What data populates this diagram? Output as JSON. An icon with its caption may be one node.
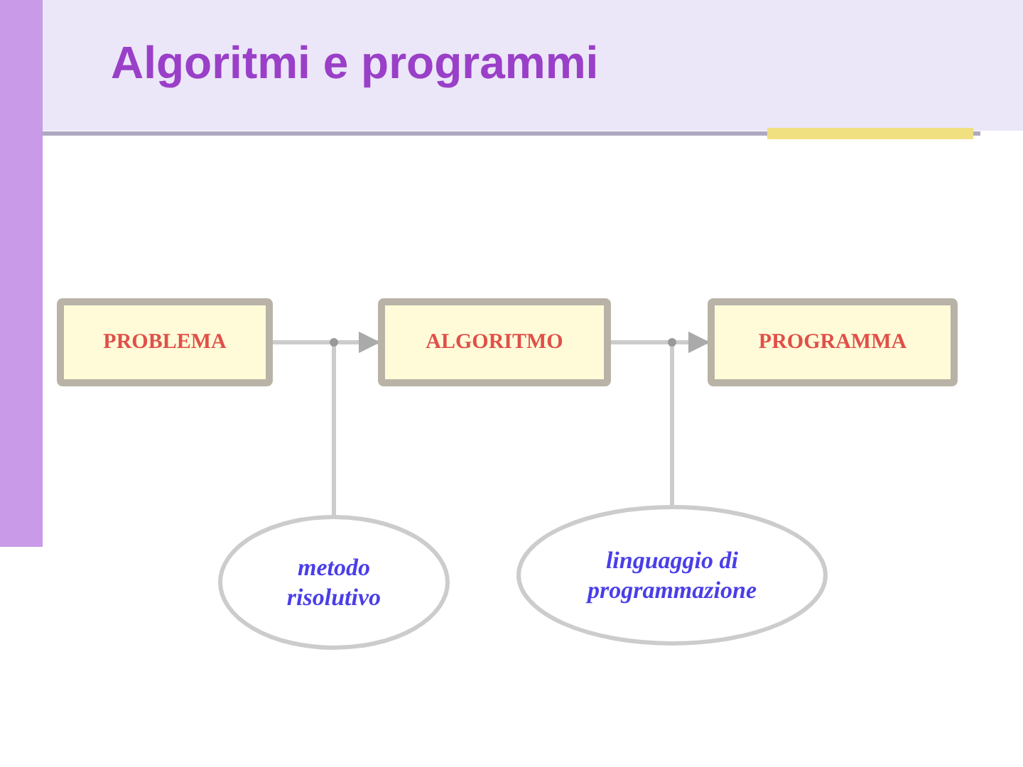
{
  "diagram": {
    "title": "Algoritmi e programmi",
    "nodes": [
      {
        "text": [
          "PROBLEMA"
        ]
      },
      {
        "text": [
          "ALGORITMO"
        ]
      },
      {
        "text": [
          "PROGRAMMA"
        ]
      },
      {
        "text": [
          "metodo risolutivo"
        ]
      },
      {
        "text": [
          "linguaggio di programmazione"
        ]
      }
    ],
    "edges": [
      {
        "from": 0,
        "to": 1,
        "arrow": "to"
      },
      {
        "from": 1,
        "to": 2,
        "arrow": "to"
      },
      {
        "from": 3,
        "to": 1,
        "arrow": "to"
      },
      {
        "from": 4,
        "to": 2,
        "arrow": "to"
      }
    ]
  }
}
